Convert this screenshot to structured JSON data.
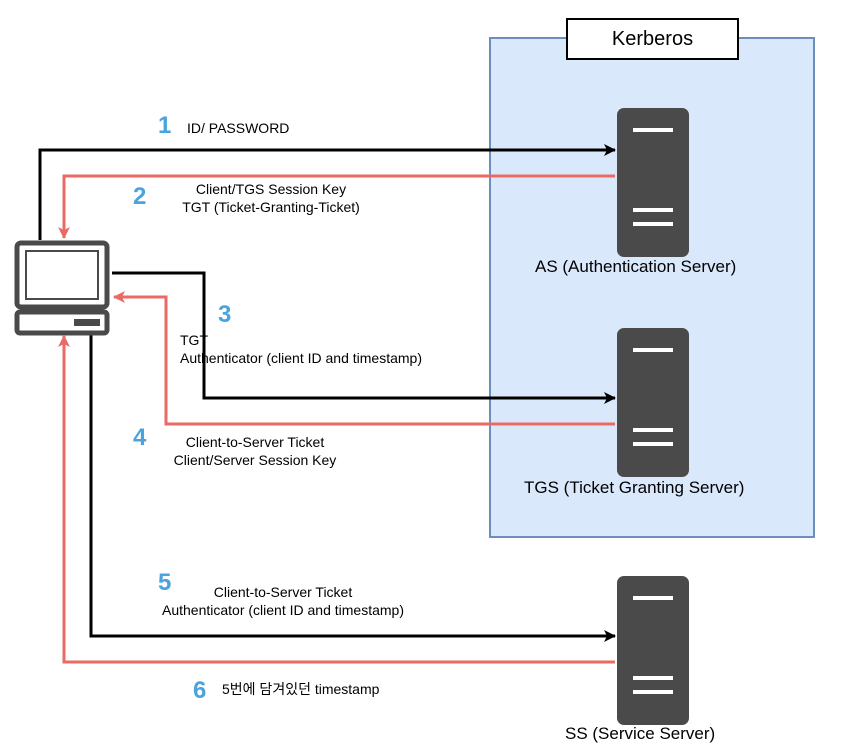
{
  "kerberos": {
    "title": "Kerberos"
  },
  "servers": {
    "as": {
      "label": "AS (Authentication Server)"
    },
    "tgs": {
      "label": "TGS (Ticket Granting Server)"
    },
    "ss": {
      "label": "SS (Service Server)"
    }
  },
  "steps": [
    {
      "num": "1",
      "lines": [
        "ID/ PASSWORD"
      ]
    },
    {
      "num": "2",
      "lines": [
        "Client/TGS Session Key",
        "TGT (Ticket-Granting-Ticket)"
      ]
    },
    {
      "num": "3",
      "lines": [
        "TGT",
        "Authenticator (client ID and timestamp)"
      ]
    },
    {
      "num": "4",
      "lines": [
        "Client-to-Server Ticket",
        "Client/Server Session Key"
      ]
    },
    {
      "num": "5",
      "lines": [
        "Client-to-Server Ticket",
        "Authenticator (client ID and timestamp)"
      ]
    },
    {
      "num": "6",
      "lines": [
        "5번에 담겨있던 timestamp"
      ]
    }
  ],
  "colors": {
    "request_arrow": "#000000",
    "response_arrow": "#ea6b66",
    "step_number": "#4aa3df",
    "kerberos_fill": "#dae8fc",
    "kerberos_border": "#6c8ebf",
    "server": "#4a4a4a"
  }
}
